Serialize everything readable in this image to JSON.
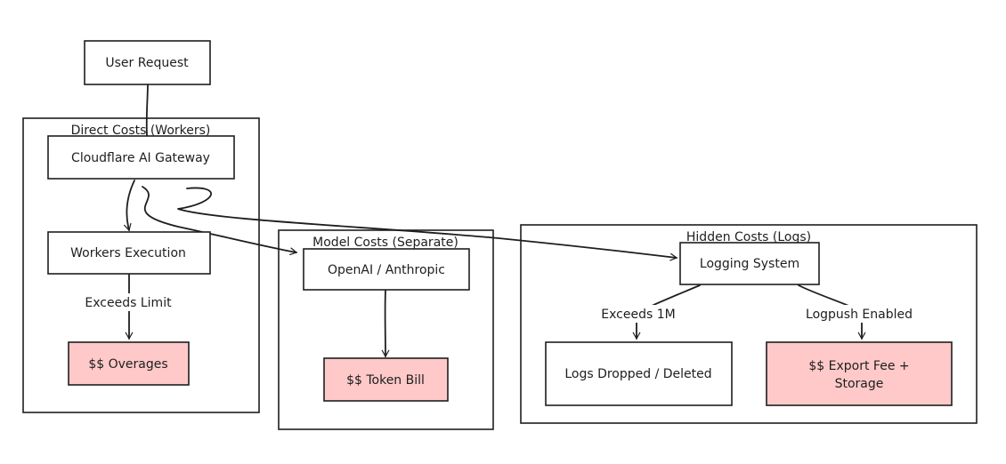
{
  "groups": {
    "direct": {
      "label": "Direct Costs (Workers)"
    },
    "model": {
      "label": "Model Costs (Separate)"
    },
    "hidden": {
      "label": "Hidden Costs (Logs)"
    }
  },
  "nodes": {
    "user_request": "User Request",
    "gateway": "Cloudflare AI Gateway",
    "workers_execution": "Workers Execution",
    "overages": "$$ Overages",
    "model_provider": "OpenAI / Anthropic",
    "token_bill": "$$ Token Bill",
    "logging_system": "Logging System",
    "logs_dropped": "Logs Dropped / Deleted",
    "export_fee_line1": "$$ Export Fee +",
    "export_fee_line2": "Storage"
  },
  "edges": {
    "exceeds_limit": "Exceeds Limit",
    "exceeds_1m": "Exceeds 1M",
    "logpush_enabled": "Logpush Enabled"
  },
  "colors": {
    "cost_fill": "#ffc9c9",
    "stroke": "#1e1e1e",
    "background": "#ffffff"
  }
}
